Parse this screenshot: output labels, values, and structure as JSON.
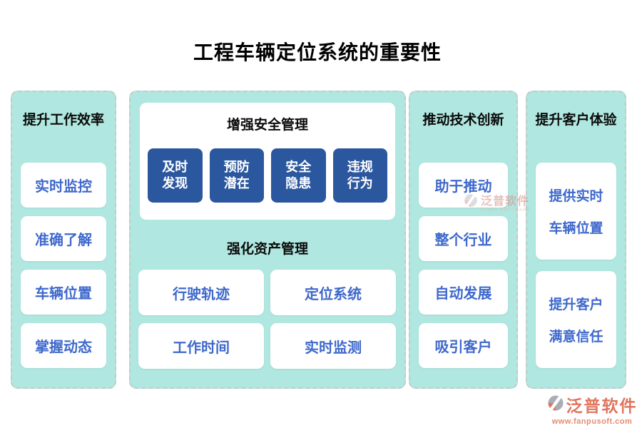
{
  "title": "工程车辆定位系统的重要性",
  "columns": {
    "efficiency": {
      "header": "提升工作效率",
      "items": [
        "实时监控",
        "准确了解",
        "车辆位置",
        "掌握动态"
      ]
    },
    "center": {
      "safety": {
        "header": "增强安全管理",
        "boxes": [
          {
            "line1": "及时",
            "line2": "发现"
          },
          {
            "line1": "预防",
            "line2": "潜在"
          },
          {
            "line1": "安全",
            "line2": "隐患"
          },
          {
            "line1": "违规",
            "line2": "行为"
          }
        ]
      },
      "asset": {
        "header": "强化资产管理",
        "items": [
          "行驶轨迹",
          "定位系统",
          "工作时间",
          "实时监测"
        ]
      }
    },
    "innovation": {
      "header": "推动技术创新",
      "items": [
        "助于推动",
        "整个行业",
        "自动发展",
        "吸引客户"
      ]
    },
    "customer": {
      "header": "提升客户体验",
      "items": [
        {
          "line1": "提供实时",
          "line2": "车辆位置"
        },
        {
          "line1": "提升客户",
          "line2": "满意信任"
        }
      ]
    }
  },
  "watermark": {
    "name": "泛普软件",
    "subtitle": "FANPU SOFTWARE"
  },
  "brand": {
    "name": "泛普软件",
    "url": "www.fanpusoft.com"
  },
  "colors": {
    "column_bg": "#b0e7e0",
    "column_border": "#c4cac8",
    "item_text": "#3e68cc",
    "dark_box_bg": "#2b579e",
    "dark_box_text": "#ffffff",
    "title_text": "#000000",
    "brand_coral": "#e0755e",
    "logo_gray": "#a9aeb6"
  }
}
